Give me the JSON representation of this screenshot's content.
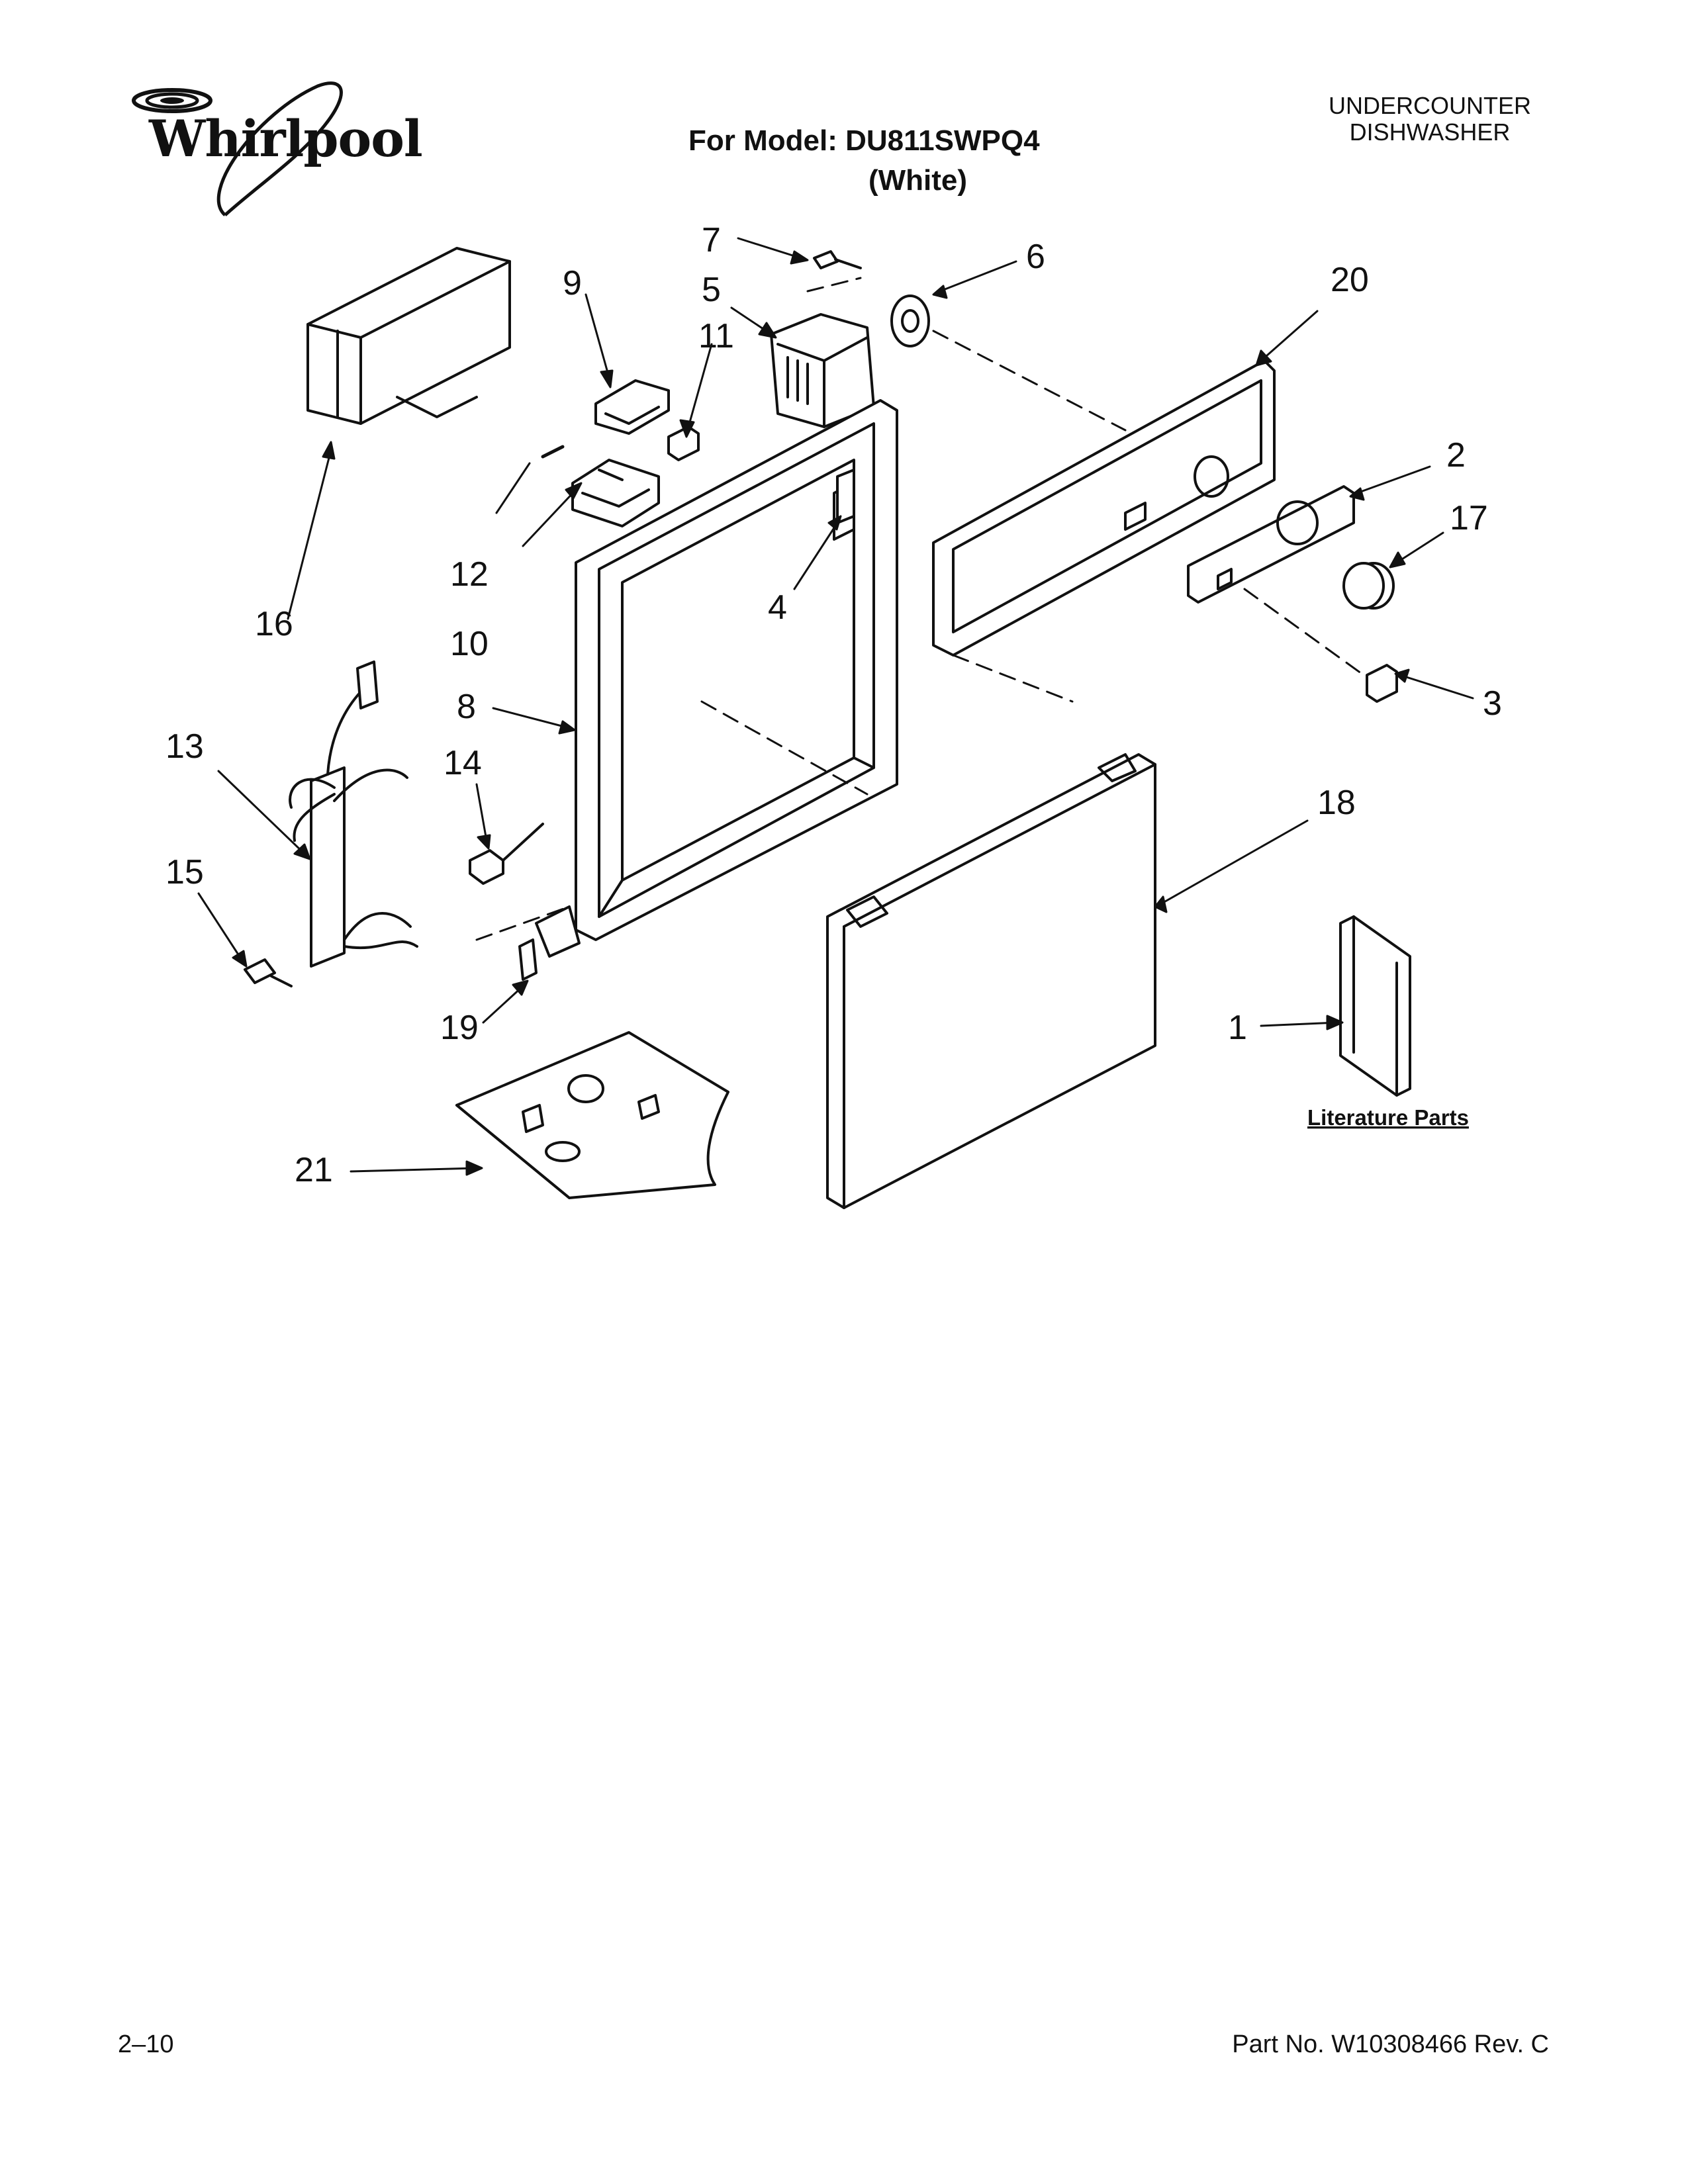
{
  "brand": {
    "name": "Whirlpool"
  },
  "header": {
    "model_line": "For Model: DU811SWPQ4",
    "color_line": "(White)",
    "product_line1": "UNDERCOUNTER",
    "product_line2": "DISHWASHER"
  },
  "callouts": [
    "1",
    "2",
    "3",
    "4",
    "5",
    "6",
    "7",
    "8",
    "9",
    "10",
    "11",
    "12",
    "13",
    "14",
    "15",
    "16",
    "17",
    "18",
    "19",
    "20",
    "21"
  ],
  "literature_label": "Literature Parts",
  "footer": {
    "page": "2–10",
    "part_number": "Part No. W10308466 Rev. C"
  }
}
